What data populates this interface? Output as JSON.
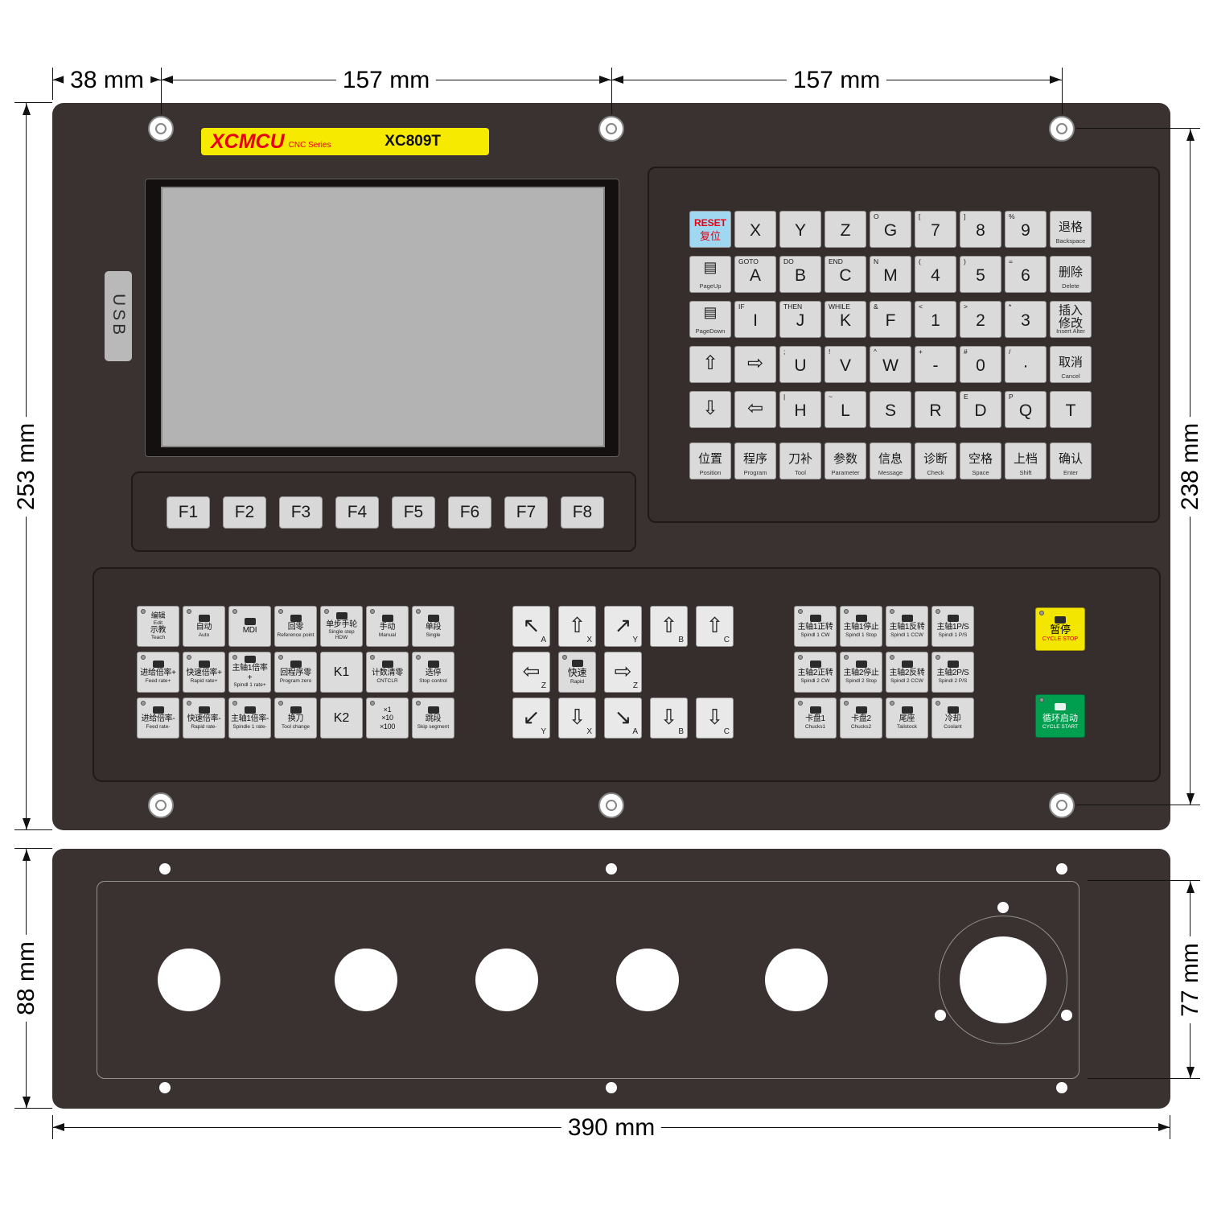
{
  "meta": {
    "colors": {
      "panel": "#3a3231",
      "panel_inner": "#362e2d",
      "key": "#dadada",
      "screen": "#b3b3b3",
      "logo_bg": "#f6ea00",
      "brand_red": "#e60012",
      "reset_blue": "#9fd8f0",
      "cycle_stop_yellow": "#f3e600",
      "cycle_start_green": "#009e4f",
      "dimension_line": "#111111"
    },
    "glyphs": {
      "page-up": "▤",
      "page-down": "▤",
      "arrow-up": "⇧",
      "arrow-down": "⇩",
      "arrow-left": "⇦",
      "arrow-right": "⇨",
      "up": "⇧",
      "down": "⇩",
      "left": "⇦",
      "right": "⇨",
      "up-left": "↖",
      "up-right": "↗",
      "down-left": "↙",
      "down-right": "↘",
      "up-hollow": "⇧",
      "down-hollow": "⇩"
    }
  },
  "header": {
    "brand": "XCMCU",
    "series": "CNC Series",
    "model": "XC809T"
  },
  "usb": {
    "label": "USB"
  },
  "fkeys": [
    "F1",
    "F2",
    "F3",
    "F4",
    "F5",
    "F6",
    "F7",
    "F8"
  ],
  "dims": {
    "top_left": "38 mm",
    "top_mid": "157 mm",
    "top_right": "157 mm",
    "main_left": "253 mm",
    "main_right": "238 mm",
    "bottom_left": "88 mm",
    "bottom_right": "77 mm",
    "bottom_width": "390 mm"
  },
  "keyboard": {
    "rows": [
      [
        {
          "type": "reset",
          "l1": "RESET",
          "l2": "复位",
          "id": "reset"
        },
        {
          "m": "X"
        },
        {
          "m": "Y"
        },
        {
          "m": "Z"
        },
        {
          "m": "G",
          "s": "O"
        },
        {
          "m": "7",
          "s": "["
        },
        {
          "m": "8",
          "s": "]"
        },
        {
          "m": "9",
          "s": "%"
        },
        {
          "cn": "退格",
          "en": "Backspace"
        }
      ],
      [
        {
          "icon": "page-up",
          "en": "PageUp",
          "id": "page-up"
        },
        {
          "m": "A",
          "s": "GOTO"
        },
        {
          "m": "B",
          "s": "DO"
        },
        {
          "m": "C",
          "s": "END"
        },
        {
          "m": "M",
          "s": "N"
        },
        {
          "m": "4",
          "s": "("
        },
        {
          "m": "5",
          "s": ")"
        },
        {
          "m": "6",
          "s": "="
        },
        {
          "cn": "删除",
          "en": "Delete"
        }
      ],
      [
        {
          "icon": "page-down",
          "en": "PageDown",
          "id": "page-down"
        },
        {
          "m": "I",
          "s": "IF"
        },
        {
          "m": "J",
          "s": "THEN"
        },
        {
          "m": "K",
          "s": "WHILE"
        },
        {
          "m": "F",
          "s": "&"
        },
        {
          "m": "1",
          "s": "<"
        },
        {
          "m": "2",
          "s": ">"
        },
        {
          "m": "3",
          "s": "*"
        },
        {
          "cn": "插入\n修改",
          "en": "Insert Alter",
          "id": "insert-alter"
        }
      ],
      [
        {
          "icon": "arrow-up",
          "id": "cursor-up"
        },
        {
          "icon": "arrow-right",
          "id": "cursor-right"
        },
        {
          "m": "U",
          "s": ";"
        },
        {
          "m": "V",
          "s": "!"
        },
        {
          "m": "W",
          "s": "^"
        },
        {
          "m": "-",
          "s": "+",
          "id": "minus"
        },
        {
          "m": "0",
          "s": "#"
        },
        {
          "m": "·",
          "s": "/",
          "id": "decimal-point"
        },
        {
          "cn": "取消",
          "en": "Cancel"
        }
      ],
      [
        {
          "icon": "arrow-down",
          "id": "cursor-down"
        },
        {
          "icon": "arrow-left",
          "id": "cursor-left"
        },
        {
          "m": "H",
          "s": "|"
        },
        {
          "m": "L",
          "s": "~"
        },
        {
          "m": "S"
        },
        {
          "m": "R"
        },
        {
          "m": "D",
          "s": "E"
        },
        {
          "m": "Q",
          "s": "P"
        },
        {
          "m": "T"
        }
      ],
      [
        {
          "cn": "位置",
          "en": "Position"
        },
        {
          "cn": "程序",
          "en": "Program"
        },
        {
          "cn": "刀补",
          "en": "Tool"
        },
        {
          "cn": "参数",
          "en": "Parameter"
        },
        {
          "cn": "信息",
          "en": "Message"
        },
        {
          "cn": "诊断",
          "en": "Check"
        },
        {
          "cn": "空格",
          "en": "Space"
        },
        {
          "cn": "上档",
          "en": "Shift"
        },
        {
          "cn": "确认",
          "en": "Enter"
        }
      ]
    ]
  },
  "keypad": {
    "left": [
      [
        {
          "cn": "编辑",
          "en": "Edit",
          "cn2": "示教",
          "en2": "Teach",
          "id": "edit-teach"
        },
        {
          "cn": "自动",
          "en": "Auto",
          "icon": "auto"
        },
        {
          "cn": "MDI",
          "icon": "mdi",
          "id": "mdi"
        },
        {
          "cn": "回零",
          "en": "Reference point",
          "icon": "reference-point"
        },
        {
          "cn": "单步手轮",
          "en": "Single step HDW",
          "icon": "handwheel",
          "id": "single-step-handwheel"
        },
        {
          "cn": "手动",
          "en": "Manual",
          "icon": "manual"
        },
        {
          "cn": "单段",
          "en": "Single",
          "icon": "single-block"
        }
      ],
      [
        {
          "cn": "进给倍率+",
          "en": "Feed rate+",
          "icon": "feed-override-plus",
          "id": "feed-rate-plus"
        },
        {
          "cn": "快速倍率+",
          "en": "Rapid rate+",
          "icon": "rapid-override-plus",
          "id": "rapid-rate-plus"
        },
        {
          "cn": "主轴1倍率+",
          "en": "Spindl 1 rate+",
          "icon": "spindle-override-plus",
          "id": "spindle1-rate-plus"
        },
        {
          "cn": "回程序零",
          "en": "Program zero",
          "icon": "program-zero"
        },
        {
          "cn": "K1",
          "plain": true,
          "id": "k1"
        },
        {
          "cn": "计数清零",
          "en": "CNTCLR",
          "icon": "counter-clear",
          "id": "cntclr"
        },
        {
          "cn": "选停",
          "en": "Stop control",
          "icon": "optional-stop",
          "id": "stop-control"
        }
      ],
      [
        {
          "cn": "进给倍率-",
          "en": "Feed rate-",
          "icon": "feed-override-minus",
          "id": "feed-rate-minus"
        },
        {
          "cn": "快速倍率-",
          "en": "Rapid rate-",
          "icon": "rapid-override-minus",
          "id": "rapid-rate-minus"
        },
        {
          "cn": "主轴1倍率-",
          "en": "Spindle 1 rate-",
          "icon": "spindle-override-minus",
          "id": "spindle1-rate-minus"
        },
        {
          "cn": "换刀",
          "en": "Tool change",
          "icon": "tool-change"
        },
        {
          "cn": "K2",
          "plain": true,
          "id": "k2"
        },
        {
          "cn": "×1\n×10\n×100",
          "small": true,
          "id": "step-multiplier"
        },
        {
          "cn": "跳段",
          "en": "Skip segment",
          "icon": "skip-segment"
        }
      ]
    ],
    "jog": [
      [
        {
          "arrow": "up-left",
          "label": "A"
        },
        {
          "arrow": "up",
          "label": "X"
        },
        {
          "arrow": "up-right",
          "label": "Y"
        },
        {
          "arrow": "up-hollow",
          "label": "B"
        },
        {
          "arrow": "up-hollow",
          "label": "C"
        }
      ],
      [
        {
          "arrow": "left",
          "label": "Z"
        },
        {
          "cn": "快速",
          "en": "Rapid",
          "icon": "rapid",
          "id": "rapid"
        },
        {
          "arrow": "right",
          "label": "Z"
        },
        null,
        null
      ],
      [
        {
          "arrow": "down-left",
          "label": "Y"
        },
        {
          "arrow": "down",
          "label": "X"
        },
        {
          "arrow": "down-right",
          "label": "A"
        },
        {
          "arrow": "down-hollow",
          "label": "B"
        },
        {
          "arrow": "down-hollow",
          "label": "C"
        }
      ]
    ],
    "right": [
      [
        {
          "cn": "主轴1正转",
          "en": "Spindl 1 CW",
          "icon": "spindle-cw",
          "id": "spindle1-cw"
        },
        {
          "cn": "主轴1停止",
          "en": "Spindl 1 Stop",
          "icon": "spindle-stop",
          "id": "spindle1-stop"
        },
        {
          "cn": "主轴1反转",
          "en": "Spindl 1 CCW",
          "icon": "spindle-ccw",
          "id": "spindle1-ccw"
        },
        {
          "cn": "主轴1P/S",
          "en": "Spindl 1 P/S",
          "icon": "spindle-ps",
          "id": "spindle1-ps"
        }
      ],
      [
        {
          "cn": "主轴2正转",
          "en": "Spindl 2 CW",
          "icon": "spindle-cw",
          "id": "spindle2-cw"
        },
        {
          "cn": "主轴2停止",
          "en": "Spindl 2 Stop",
          "icon": "spindle-stop",
          "id": "spindle2-stop"
        },
        {
          "cn": "主轴2反转",
          "en": "Spindl 2 CCW",
          "icon": "spindle-ccw",
          "id": "spindle2-ccw"
        },
        {
          "cn": "主轴2P/S",
          "en": "Spindl 2 P/S",
          "icon": "spindle-ps",
          "id": "spindle2-ps"
        }
      ],
      [
        {
          "cn": "卡盘1",
          "en": "Chucks1",
          "icon": "chuck",
          "id": "chucks1"
        },
        {
          "cn": "卡盘2",
          "en": "Chucks2",
          "icon": "chuck",
          "id": "chucks2"
        },
        {
          "cn": "尾座",
          "en": "Tailstock",
          "icon": "tailstock"
        },
        {
          "cn": "冷却",
          "en": "Coolant",
          "icon": "coolant"
        }
      ]
    ],
    "cycle_stop": {
      "cn": "暂停",
      "en": "CYCLE STOP"
    },
    "cycle_start": {
      "cn": "循环启动",
      "en": "CYCLE START"
    }
  }
}
